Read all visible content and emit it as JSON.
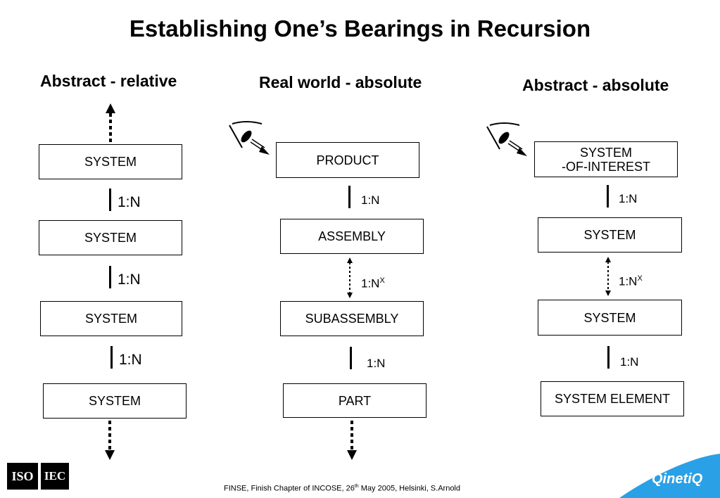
{
  "title": "Establishing One’s Bearings in Recursion",
  "columns": [
    {
      "heading": "Abstract - relative",
      "boxes": [
        "SYSTEM",
        "SYSTEM",
        "SYSTEM",
        "SYSTEM"
      ],
      "relations": [
        "1:N",
        "1:N",
        "1:N"
      ]
    },
    {
      "heading": "Real world - absolute",
      "boxes": [
        "PRODUCT",
        "ASSEMBLY",
        "SUBASSEMBLY",
        "PART"
      ],
      "relations": [
        "1:N",
        "1:N",
        "1:N"
      ],
      "superscript": "X"
    },
    {
      "heading": "Abstract - absolute",
      "boxes": [
        "SYSTEM",
        "-OF-INTEREST",
        "SYSTEM",
        "SYSTEM",
        "SYSTEM ELEMENT"
      ],
      "relations": [
        "1:N",
        "1:N",
        "1:N"
      ],
      "superscript": "X"
    }
  ],
  "footer": {
    "before": "FINSE, Finish Chapter of INCOSE, 26",
    "sup": "th",
    "after": " May 2005, Helsinki,  S.Arnold"
  },
  "logos": {
    "iso": "ISO",
    "iec": "IEC",
    "brand": "QinetiQ",
    "brand_color": "#2aa0e6"
  }
}
